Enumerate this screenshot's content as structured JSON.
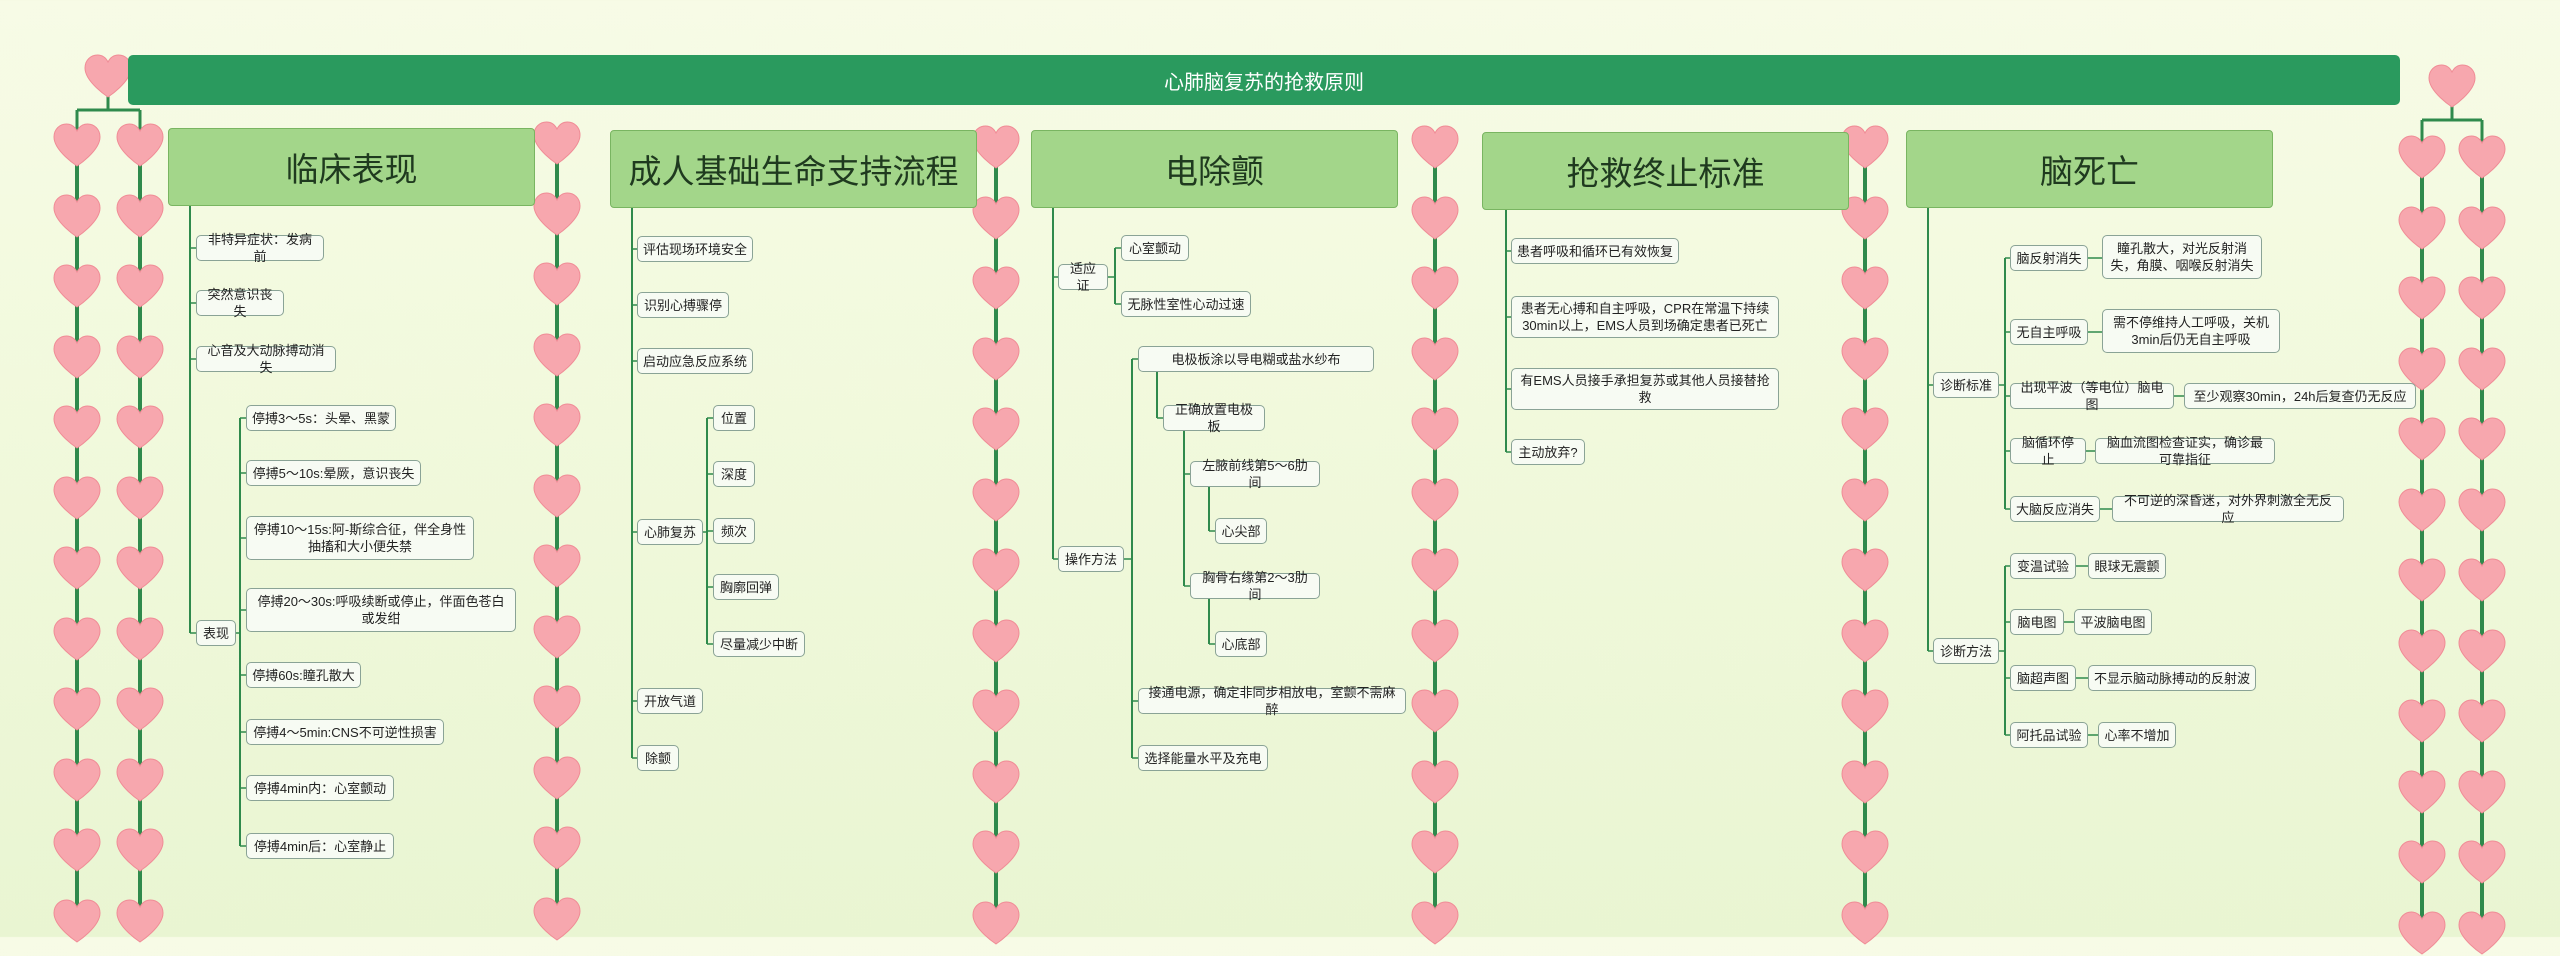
{
  "title": "心肺脑复苏的抢救原则",
  "icons": {
    "heart": "heart-icon"
  },
  "colors": {
    "title_bar": "#2a9a5e",
    "header": "#a3d68a",
    "connector": "#2f8a4c",
    "heart": "#f7a7ae"
  },
  "sections": [
    {
      "header": "临床表现",
      "nodes": [
        "非特异症状：发病前",
        "突然意识丧失",
        "心音及大动脉搏动消失",
        "表现"
      ],
      "sub": [
        "停搏3～5s：头晕、黑蒙",
        "停搏5～10s:晕厥，意识丧失",
        "停搏10～15s:阿-斯综合征，伴全身性抽搐和大小便失禁",
        "停搏20～30s:呼吸续断或停止，伴面色苍白或发绀",
        "停搏60s:瞳孔散大",
        "停搏4～5min:CNS不可逆性损害",
        "停搏4min内：心室颤动",
        "停搏4min后：心室静止"
      ]
    },
    {
      "header": "成人基础生命支持流程",
      "nodes": [
        "评估现场环境安全",
        "识别心搏骤停",
        "启动应急反应系统",
        "心肺复苏",
        "开放气道",
        "除颤"
      ],
      "sub": [
        "位置",
        "深度",
        "频次",
        "胸廓回弹",
        "尽量减少中断"
      ]
    },
    {
      "header": "电除颤",
      "nodes": [
        "适应证",
        "操作方法"
      ],
      "indications": [
        "心室颤动",
        "无脉性室性心动过速"
      ],
      "steps": [
        "电极板涂以导电糊或盐水纱布",
        "正确放置电极板",
        "左腋前线第5～6肋间",
        "心尖部",
        "胸骨右缘第2～3肋间",
        "心底部",
        "接通电源，确定非同步相放电，室颤不需麻醉",
        "选择能量水平及充电"
      ]
    },
    {
      "header": "抢救终止标准",
      "nodes": [
        "患者呼吸和循环已有效恢复",
        "患者无心搏和自主呼吸，CPR在常温下持续30min以上，EMS人员到场确定患者已死亡",
        "有EMS人员接手承担复苏或其他人员接替抢救",
        "主动放弃?"
      ]
    },
    {
      "header": "脑死亡",
      "nodes": [
        "诊断标准",
        "诊断方法"
      ],
      "criteria": [
        {
          "label": "脑反射消失",
          "detail": "瞳孔散大，对光反射消失，角膜、咽喉反射消失"
        },
        {
          "label": "无自主呼吸",
          "detail": "需不停维持人工呼吸，关机3min后仍无自主呼吸"
        },
        {
          "label": "出现平波（等电位）脑电图",
          "detail": "至少观察30min，24h后复查仍无反应"
        },
        {
          "label": "脑循环停止",
          "detail": "脑血流图检查证实，确诊最可靠指征"
        },
        {
          "label": "大脑反应消失",
          "detail": "不可逆的深昏迷，对外界刺激全无反应"
        }
      ],
      "methods": [
        {
          "label": "变温试验",
          "detail": "眼球无震颤"
        },
        {
          "label": "脑电图",
          "detail": "平波脑电图"
        },
        {
          "label": "脑超声图",
          "detail": "不显示脑动脉搏动的反射波"
        },
        {
          "label": "阿托品试验",
          "detail": "心率不增加"
        }
      ]
    }
  ]
}
